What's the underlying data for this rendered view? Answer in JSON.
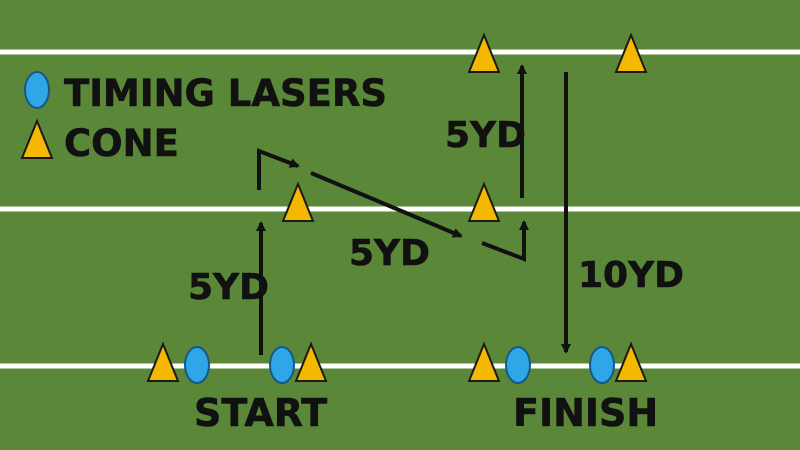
{
  "colors": {
    "field": "#5a8838",
    "yard_line": "#ffffff",
    "cone_fill": "#f5b800",
    "cone_stroke": "#1a1a1a",
    "laser_fill": "#2ea6e8",
    "laser_stroke": "#155a86",
    "arrow": "#111111",
    "text": "#111111"
  },
  "legend": {
    "lasers_label": "TIMING LASERS",
    "cone_label": "CONE",
    "lasers_icon": "timing-laser-icon",
    "cone_icon": "cone-icon"
  },
  "labels": {
    "start": "START",
    "finish": "FINISH",
    "seg1": "5YD",
    "seg2": "5YD",
    "seg3": "5YD",
    "seg4": "10YD"
  }
}
